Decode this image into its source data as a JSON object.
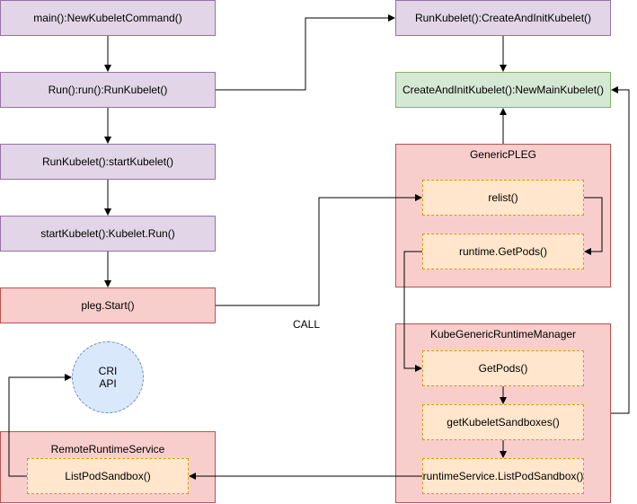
{
  "colors": {
    "purple_fill": "#e1d5e7",
    "purple_stroke": "#9673a6",
    "green_fill": "#d5e8d4",
    "green_stroke": "#82b366",
    "red_fill": "#f8cecc",
    "red_stroke": "#b85450",
    "orange_fill": "#ffe6cc",
    "orange_stroke": "#d79b00",
    "blue_fill": "#dae8fc",
    "blue_stroke": "#6c8ebf"
  },
  "left_column": {
    "main": "main():NewKubeletCommand()",
    "run": "Run():run():RunKubelet()",
    "run_kubelet": "RunKubelet():startKubelet()",
    "start_kubelet": "startKubelet():Kubelet.Run()",
    "pleg_start": "pleg.Start()"
  },
  "right_column": {
    "create_and_init": "RunKubelet():CreateAndInitKubelet()",
    "new_main_kubelet": "CreateAndInitKubelet():NewMainKubelet()"
  },
  "generic_pleg": {
    "title": "GenericPLEG",
    "relist": "relist()",
    "get_pods": "runtime.GetPods()"
  },
  "runtime_manager": {
    "title": "KubeGenericRuntimeManager",
    "get_pods": "GetPods()",
    "get_sandboxes": "getKubeletSandboxes()",
    "list_pod_sandbox": "runtimeService.ListPodSandbox()"
  },
  "remote_runtime": {
    "title": "RemoteRuntimeService",
    "list_pod_sandbox": "ListPodSandbox()"
  },
  "cri_api": {
    "line1": "CRI",
    "line2": "API"
  },
  "call_label": "CALL"
}
